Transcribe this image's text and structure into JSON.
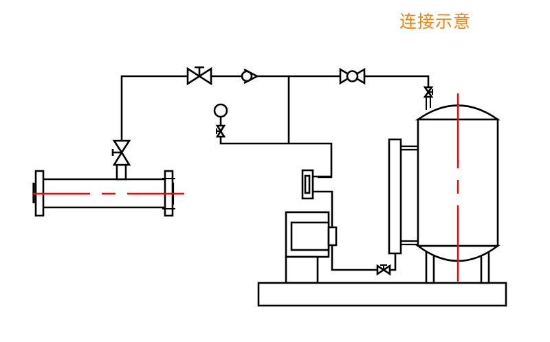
{
  "title": {
    "text": "连接示意",
    "color": "#f7810f"
  },
  "colors": {
    "line": "#000000",
    "centerline": "#ff0000",
    "background": "#ffffff"
  },
  "components": {
    "main_pipe": "main-pipe-with-flanges",
    "branch_valve": "vertical-globe-valve",
    "top_gate_valve": "gate-valve",
    "check_valve": "check-valve",
    "ball_valve": "ball-valve",
    "pressure_gauge": "pressure-gauge",
    "gauge_valve": "gauge-needle-valve",
    "flow_switch": "flow-switch",
    "pump": "pump",
    "drain_valve": "drain-valve",
    "tank": "pressure-tank",
    "tank_top_valve": "tank-vent-valve",
    "level_gauge": "level-gauge",
    "base": "equipment-base"
  }
}
